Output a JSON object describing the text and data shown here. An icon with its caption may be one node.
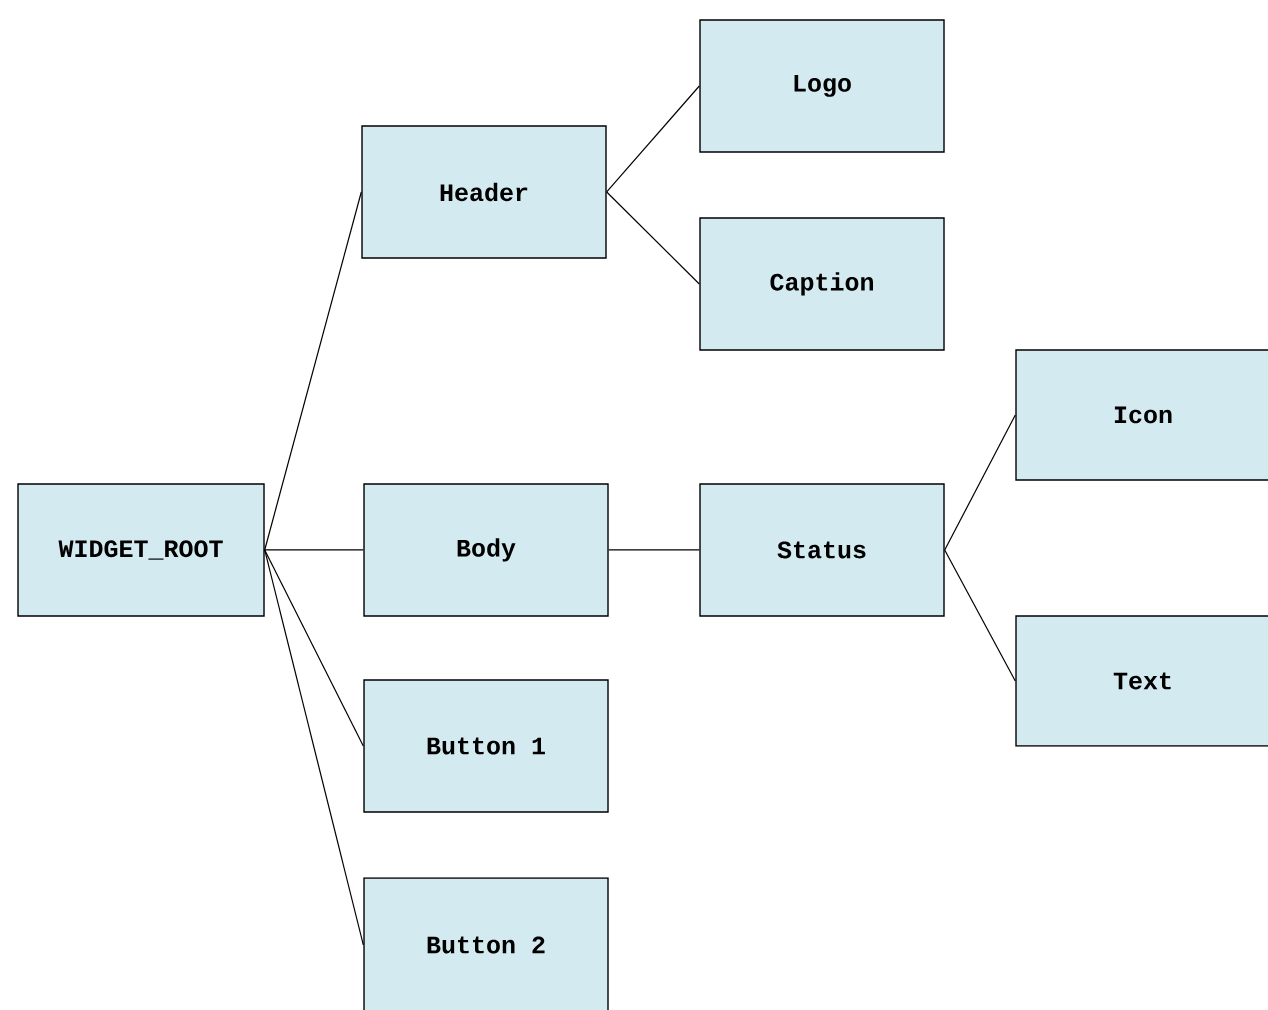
{
  "diagram": {
    "nodes": [
      {
        "text": [
          "WIDGET_ROOT"
        ]
      },
      {
        "text": [
          "Header"
        ]
      },
      {
        "text": [
          "Logo"
        ]
      },
      {
        "text": [
          "Caption"
        ]
      },
      {
        "text": [
          "Body"
        ]
      },
      {
        "text": [
          "Status"
        ]
      },
      {
        "text": [
          "Icon"
        ]
      },
      {
        "text": [
          "Text"
        ]
      },
      {
        "text": [
          "Button 1"
        ]
      },
      {
        "text": [
          "Button 2"
        ]
      }
    ],
    "edges": [
      {
        "from": 0,
        "to": 1,
        "arrow": "none"
      },
      {
        "from": 1,
        "to": 2,
        "arrow": "none"
      },
      {
        "from": 1,
        "to": 3,
        "arrow": "none"
      },
      {
        "from": 0,
        "to": 4,
        "arrow": "none"
      },
      {
        "from": 4,
        "to": 5,
        "arrow": "none"
      },
      {
        "from": 5,
        "to": 6,
        "arrow": "none"
      },
      {
        "from": 5,
        "to": 7,
        "arrow": "none"
      },
      {
        "from": 0,
        "to": 8,
        "arrow": "none"
      },
      {
        "from": 0,
        "to": 9,
        "arrow": "none"
      }
    ]
  }
}
